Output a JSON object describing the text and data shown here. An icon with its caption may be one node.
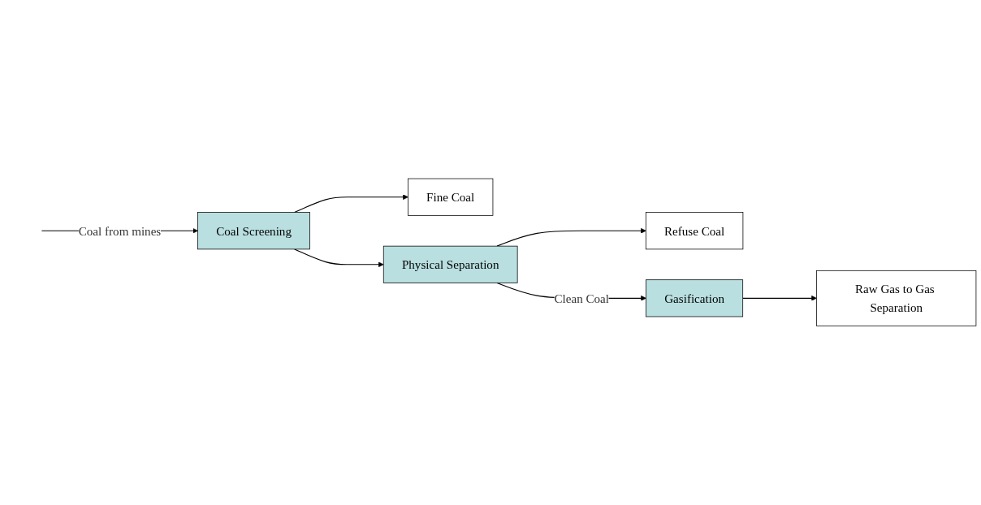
{
  "diagram": {
    "nodes": [
      {
        "text": [
          "Fine Coal"
        ]
      },
      {
        "text": [
          "Refuse Coal"
        ]
      },
      {
        "text": [
          "Coal Screening"
        ]
      },
      {
        "text": [
          "Physical Separation"
        ]
      },
      {
        "text": [
          "Gasification"
        ]
      },
      {
        "text": [
          "Raw Gas to Gas Separation"
        ]
      }
    ],
    "edges": [
      {
        "from": null,
        "to": 2,
        "arrow": "to",
        "label": "Coal from mines"
      },
      {
        "from": 2,
        "to": 0,
        "arrow": "to"
      },
      {
        "from": 2,
        "to": 3,
        "arrow": "to"
      },
      {
        "from": 3,
        "to": 1,
        "arrow": "to"
      },
      {
        "from": 3,
        "to": 4,
        "arrow": "to",
        "label": "Clean Coal"
      },
      {
        "from": 4,
        "to": 5,
        "arrow": "to"
      }
    ]
  }
}
